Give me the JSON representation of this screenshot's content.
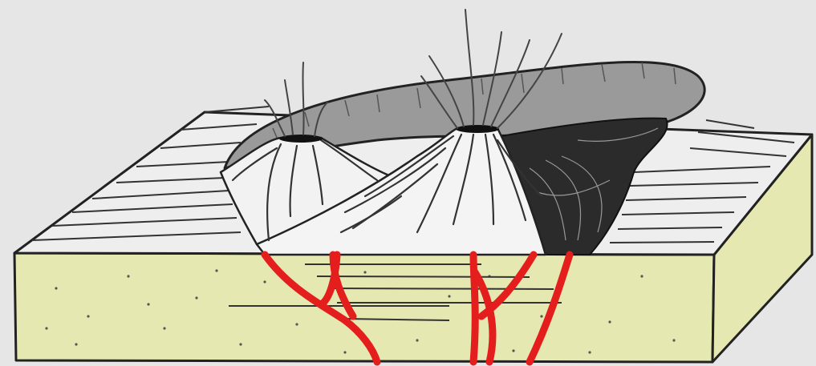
{
  "figure": {
    "type": "geologic block diagram",
    "labels": [],
    "colors": {
      "background": "#e6e6e6",
      "sediment_block": "#e6e8b2",
      "ground_surface": "#eeeeee",
      "ash_cloud": "#9a9a9a",
      "dark_flow": "#2b2b2b",
      "dikes": "#e41d1d",
      "outline": "#222222"
    },
    "elements": [
      "sediment-block",
      "layered-ground-surface",
      "left-volcanic-cone",
      "right-volcanic-cone",
      "crater-vents",
      "eruption-cloud",
      "pyroclastic-flow",
      "feeder-dikes",
      "steam-plumes"
    ]
  }
}
